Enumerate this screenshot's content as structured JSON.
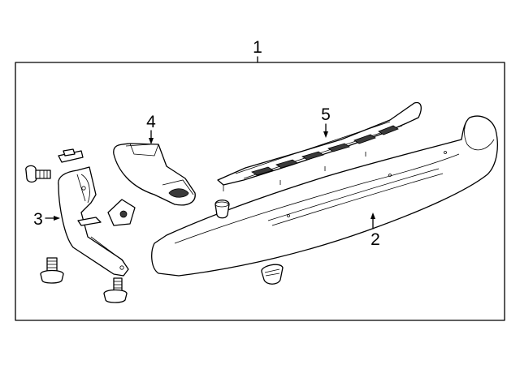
{
  "diagram": {
    "callouts": {
      "assembly": "1",
      "step_pad": "2",
      "bracket": "3",
      "end_cap": "4",
      "step_insert": "5"
    }
  },
  "colors": {
    "line": "#000000",
    "background": "#ffffff",
    "shading": "#3a3a3a"
  }
}
